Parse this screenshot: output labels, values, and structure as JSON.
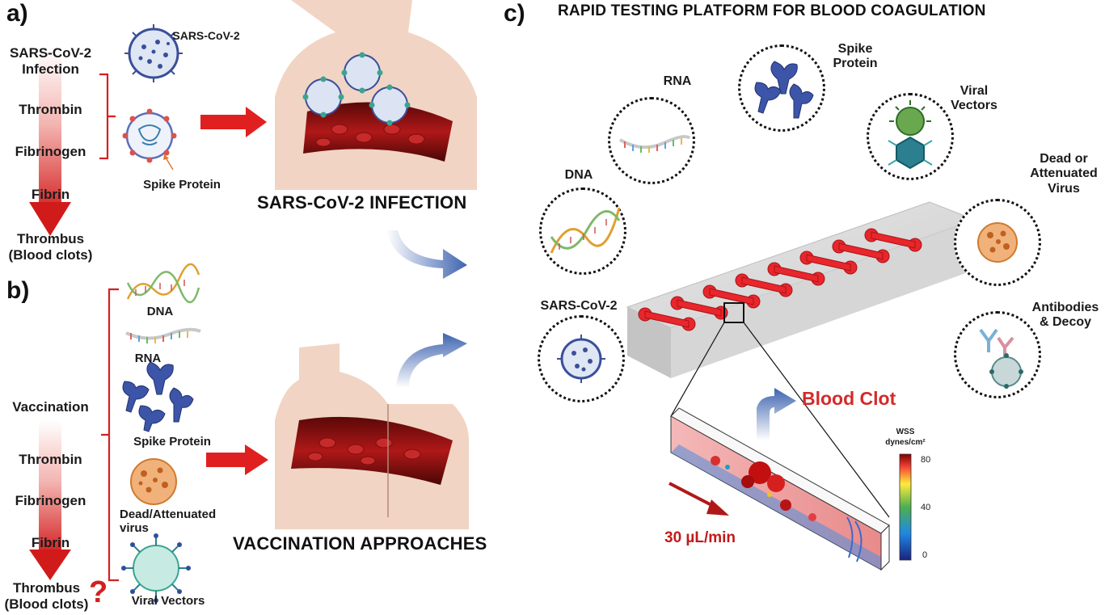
{
  "panel_a": {
    "letter": "a)",
    "cascade": [
      "SARS-CoV-2\nInfection",
      "Thrombin",
      "Fibrinogen",
      "Fibrin",
      "Thrombus\n(Blood clots)"
    ],
    "virus_label": "SARS-CoV-2",
    "spike_label": "Spike Protein",
    "title": "SARS-CoV-2 INFECTION"
  },
  "panel_b": {
    "letter": "b)",
    "cascade": [
      "Vaccination",
      "Thrombin",
      "Fibrinogen",
      "Fibrin",
      "Thrombus\n(Blood clots)"
    ],
    "question_mark": "?",
    "items": [
      "DNA",
      "RNA",
      "Spike Protein",
      "Dead/Attenuated\nvirus",
      "Viral Vectors"
    ],
    "title": "VACCINATION APPROACHES"
  },
  "panel_c": {
    "letter": "c)",
    "title": "RAPID TESTING PLATFORM FOR BLOOD COAGULATION",
    "circles": [
      "RNA",
      "Spike\nProtein",
      "Viral\nVectors",
      "DNA",
      "Dead or\nAttenuated\nVirus",
      "SARS-CoV-2",
      "Antibodies\n& Decoy"
    ],
    "blood_clot": "Blood Clot",
    "flow_rate": "30 µL/min",
    "colorbar": {
      "title": "WSS",
      "unit": "dynes/cm²",
      "ticks": [
        "80",
        "40",
        "0"
      ]
    }
  },
  "colors": {
    "arrow_red": "#e02020",
    "clot_red": "#d42a2a",
    "accent_blue": "#5b82c2",
    "virus_blue": "#3a4f9a",
    "spike_teal": "#3aa58f"
  }
}
